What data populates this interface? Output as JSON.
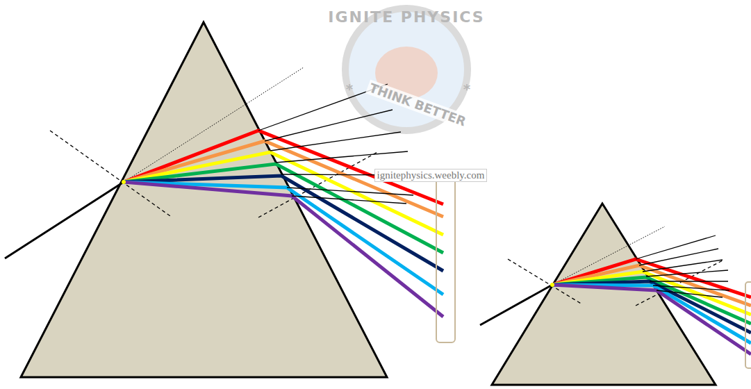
{
  "diagram": {
    "labels": [
      "IGNITE PHYSICS",
      "*",
      "*",
      "THINK BETTER",
      "ignitephysics.weebly.com"
    ]
  }
}
